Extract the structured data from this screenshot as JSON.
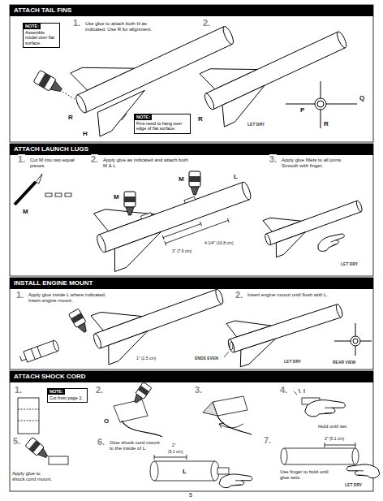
{
  "diagram": {
    "nodes": [
      {
        "text": [
          "ATTACH TAIL FINS"
        ]
      },
      {
        "text": [
          "NOTE:",
          "Assemble model over flat surface."
        ]
      },
      {
        "text": [
          "NOTE:",
          "Fins need to hang over edge of flat surface."
        ]
      },
      {
        "text": [
          "ATTACH LAUNCH LUGS"
        ]
      },
      {
        "text": [
          "INSTALL ENGINE MOUNT"
        ]
      },
      {
        "text": [
          "ATTACH SHOCK CORD"
        ]
      },
      {
        "text": [
          "NOTE:",
          "Cut from page 2."
        ]
      }
    ],
    "labels": [
      "1.",
      "Use glue to attach both H as indicated. Use R for alignment.",
      "R",
      "H",
      "2.",
      "R",
      "LET DRY",
      "P",
      "R",
      "Q",
      "1.",
      "Cut M into two equal pieces.",
      "M",
      "2.",
      "Apply glue as indicated and attach both M & L",
      "M",
      "M",
      "L",
      "3\" (7.6 cm)",
      "4-1/4\" (10.8 cm)",
      "3.",
      "Apply glue fillets to all joints. Smooth with finger.",
      "LET DRY",
      "1.",
      "Apply glue inside L where indicated. Insert engine mount.",
      "1\" (2.5 cm)",
      "2.",
      "Insert engine mount until flush with L.",
      "ENDS EVEN",
      "LET DRY",
      "REAR VIEW",
      "1.",
      "2.",
      "O",
      "3.",
      "4.",
      "Hold until set.",
      "5.",
      "Apply glue to shock cord mount.",
      "6.",
      "Glue shock cord mount to the inside of L.",
      "2\"",
      "(5.1 cm)",
      "L",
      "7.",
      "2\" (5.1 cm)",
      "Use finger to hold until glue sets.",
      "LET DRY",
      "5"
    ]
  }
}
